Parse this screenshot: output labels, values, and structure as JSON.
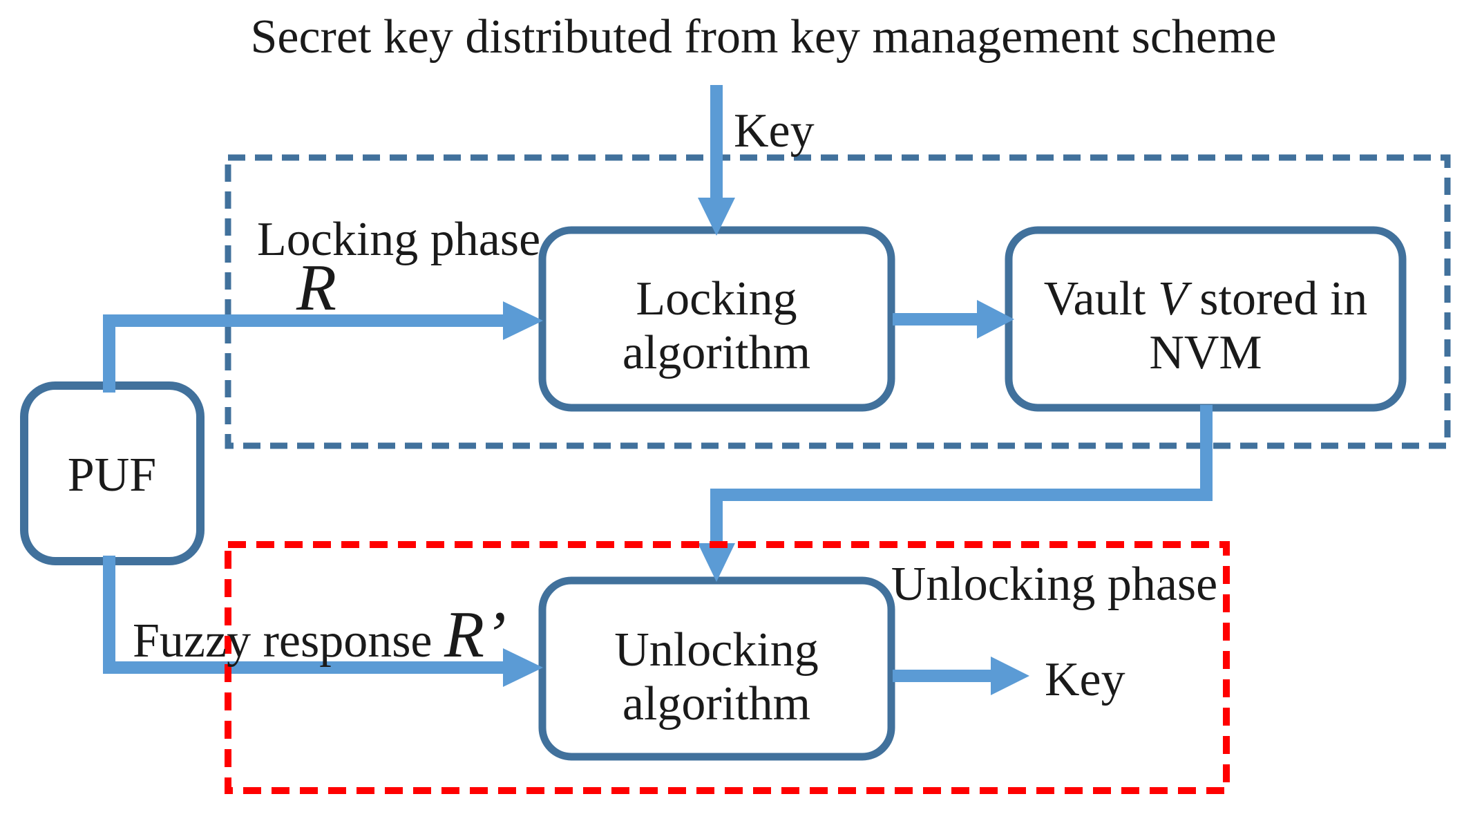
{
  "figure": {
    "title": "Secret key distributed from key management scheme",
    "regions": {
      "locking_phase_label": "Locking phase",
      "unlocking_phase_label": "Unlocking phase"
    },
    "nodes": {
      "puf_label": "PUF",
      "locking_algorithm_line1": "Locking",
      "locking_algorithm_line2": "algorithm",
      "vault_line1_pre": "Vault ",
      "vault_line1_italic": "V",
      "vault_line1_post": " stored in",
      "vault_line2": "NVM",
      "unlocking_algorithm_line1": "Unlocking",
      "unlocking_algorithm_line2": "algorithm"
    },
    "edges": {
      "key_input_label": "Key",
      "r_label": "R",
      "fuzzy_response_prefix": "Fuzzy response ",
      "fuzzy_response_r": "R’",
      "key_output_label": "Key"
    },
    "colors": {
      "arrow_blue": "#5b9bd5",
      "box_border_blue": "#41719c",
      "locking_region_dash_blue": "#41719c",
      "unlocking_region_dash_red": "#ff0000",
      "text": "#1a1a1a",
      "background": "#ffffff"
    }
  }
}
